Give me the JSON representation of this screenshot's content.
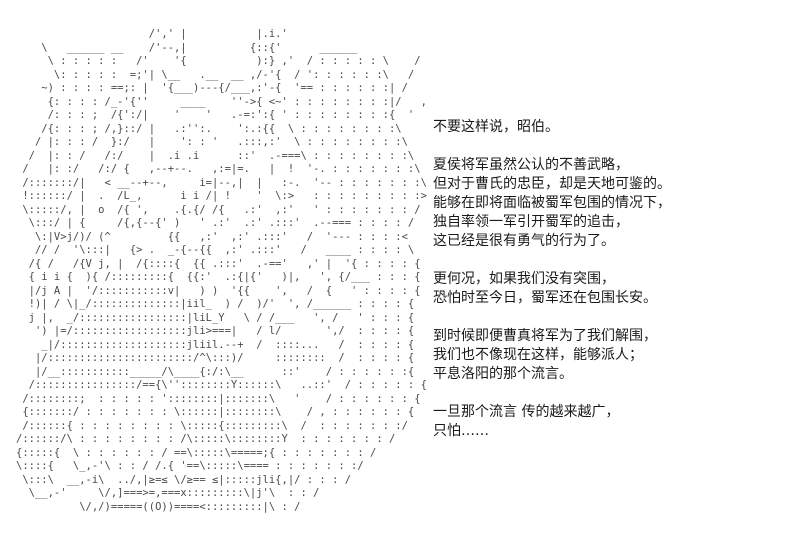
{
  "scene": {
    "background_color": "#ffffff",
    "art_color": "#4a4a4a",
    "text_color": "#1a1a1a",
    "description": "ascii-art-visual-novel-frame"
  },
  "ascii_art": {
    "lines": [
      "                     /',' |           |.i.'",
      "    \\   ______ __    /'--,|          {::{'      ______",
      "     \\ : : : : :   /'    '{           ):} ,'  / : : : : : \\    /",
      "      \\: : : : :  =;'| \\__   .__  __ ,/-'{  / ': : : : : :\\   /",
      "    ~) : : : : ==;: |  '{___)---{/___,:'-{  '== : : : : : :| /",
      "     {: : : : /_-'{''     ____    ''->{ <~' : : : : : : : :|/   ,",
      "     /: : : ;  /{':/|    '    '   .-=:':{ ' : : : : : : : :{  '",
      "    /{: : : ; /,}::/ |   .:'':.    ':.:{{  \\ : : : : : : : :\\",
      "   / |: : : /  }:/   |    ': : '   .:::,:'  \\ : : : : : : : :\\",
      "  /  |: : /   /:/    |  .i .i      ::'  .-===\\ : : : : : : : :\\",
      " /   |: :/   /:/ {   ,--+--.   ,:=|=.   |  !  '-. : : : : : : :\\",
      " /:::::::/|   < __--+--,     i=|--,|  |   :-.  '-- : : : : : : :\\",
      " !::::::/ |  .  /L_,      i i /| !    '  \\:>   : : : : : : : : :>",
      " \\:::::/, |  o  /{ ',    .{.{/ /{   .:'  ,:'   ' : : : : : : : /",
      "  \\:::/ | {     /{,{--{' )   ' .:'  .:' .:::'  .--=== : : : : /",
      "   \\:|V>j/)/ (^         {{   ,:'  ,:' .:::'   /  '--- : : : :<",
      "   // /  '\\:::|   {> .  _-{--{{  ,:' .:::'   /   ____ : : : : \\",
      "  /{ /   /{V j, |  /{::::{  {{ .:::'  .-=='   ,' |  '{ : : : : {",
      "  { i i {  ){ /:::::::::{  {{:'  .:{|{'   )|,   ', {/___ : : : {",
      "  |/j A |  '/:::::::::::v|   ) )  '{{    ',   /  {   ' : : : : {",
      "  !)| / \\|_/::::::::::::::|iil_  ) /  )/'  ', /______ : : : : {",
      "  j |,  _/:::::::::::::::::|liL_Y   \\ / /___   ', /   ' : : : {",
      "   ') |=/::::::::::::::::::jli>===|   / l/       ',/  : : : : {",
      "    _|/::::::::::::::::::::jliil.--+  /  ::::...   /  : : : : {",
      "   |/:::::::::::::::::::::::/^\\:::)/     ::::::::  /  : : : : {",
      "   |/__:::::::::::_____/\\____{:/:\\__      ::'    / : : : : : :{",
      "  /::::::::::::::::/=={\\''::::::::Y::::::\\   ..::'  / : : : : : {",
      " /::::::::;  : : : : : '::::::::|:::::::\\   '    / : : : : : : {",
      " {:::::::/ : : : : : : : \\::::::|::::::::\\    / , : : : : : : {",
      " /::::::{ : : : : : : : : \\:::::{:::::::::\\  /  : : : : : : :/",
      "/::::::/\\ : : : : : : : : /\\:::::\\::::::::Y  : : : : : : : /",
      "{:::::{  \\ : : : : : : / ==\\:::::\\=====;{ : : : : : : : /",
      "\\::::{   \\_,-'\\ : : / /.{ '==\\:::::\\==== : : : : : : :/",
      " \\:::\\  __,-i\\  ../,|≥=≤ \\/≥== ≤|:::::jli{,|/ : : : /",
      "  \\__,-'     \\/,]===>=,===x:::::::::\\|j'\\  : : /",
      "          \\/,/)=====((O))====<:::::::::|\\ : /"
    ]
  },
  "dialogue": {
    "paragraphs": [
      {
        "lines": [
          "不要这样说，昭伯。"
        ]
      },
      {
        "lines": [
          "夏侯将军虽然公认的不善武略，",
          "但对于曹氏的忠臣，却是天地可鉴的。",
          "能够在即将面临被蜀军包围的情况下，",
          "独自率领一军引开蜀军的追击，",
          "这已经是很有勇气的行为了。"
        ]
      },
      {
        "lines": [
          "更何况，如果我们没有突围，",
          "恐怕时至今日，蜀军还在包围长安。"
        ]
      },
      {
        "lines": [
          "到时候即便曹真将军为了我们解围，",
          "我们也不像现在这样，能够派人；",
          "平息洛阳的那个流言。"
        ]
      },
      {
        "lines": [
          "一旦那个流言 传的越来越广，",
          "只怕……"
        ]
      }
    ]
  }
}
